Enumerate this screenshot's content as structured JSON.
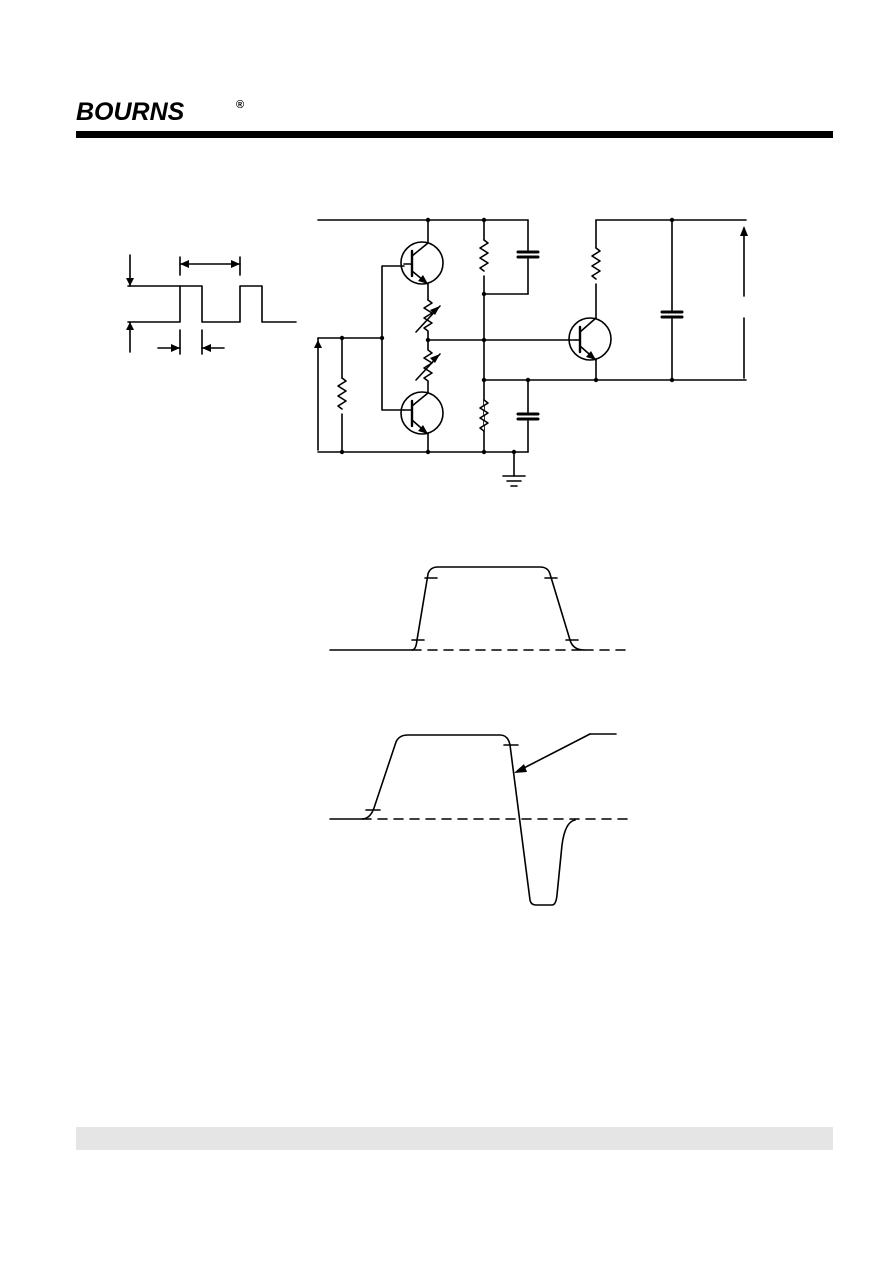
{
  "header": {
    "brand": "BOURNS",
    "registered_mark": "®"
  },
  "colors": {
    "ink": "#000000",
    "footer_band": "#e5e5e5",
    "background": "#ffffff"
  },
  "figures": {
    "circuit": {
      "icon": "test-circuit-schematic"
    },
    "waveform_a": {
      "icon": "switching-pulse-waveform"
    },
    "waveform_b": {
      "icon": "switching-pulse-waveform-with-undershoot"
    }
  }
}
